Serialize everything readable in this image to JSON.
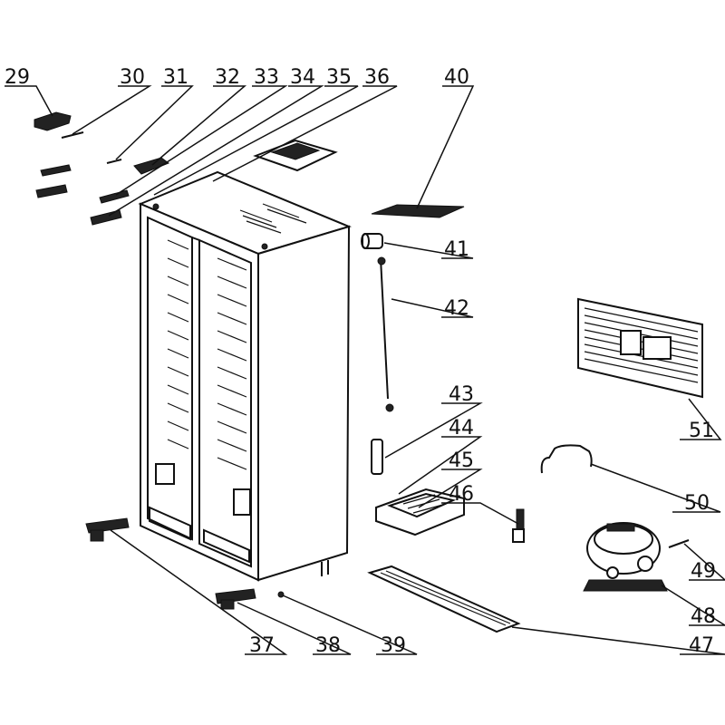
{
  "callouts": [
    {
      "id": "29",
      "text": "29"
    },
    {
      "id": "30",
      "text": "30"
    },
    {
      "id": "31",
      "text": "31"
    },
    {
      "id": "32",
      "text": "32"
    },
    {
      "id": "33",
      "text": "33"
    },
    {
      "id": "34",
      "text": "34"
    },
    {
      "id": "35",
      "text": "35"
    },
    {
      "id": "36",
      "text": "36"
    },
    {
      "id": "40",
      "text": "40"
    },
    {
      "id": "41",
      "text": "41"
    },
    {
      "id": "42",
      "text": "42"
    },
    {
      "id": "43",
      "text": "43"
    },
    {
      "id": "44",
      "text": "44"
    },
    {
      "id": "45",
      "text": "45"
    },
    {
      "id": "46",
      "text": "46"
    },
    {
      "id": "51",
      "text": "51"
    },
    {
      "id": "50",
      "text": "50"
    },
    {
      "id": "49",
      "text": "49"
    },
    {
      "id": "48",
      "text": "48"
    },
    {
      "id": "47",
      "text": "47"
    },
    {
      "id": "37",
      "text": "37"
    },
    {
      "id": "38",
      "text": "38"
    },
    {
      "id": "39",
      "text": "39"
    }
  ]
}
